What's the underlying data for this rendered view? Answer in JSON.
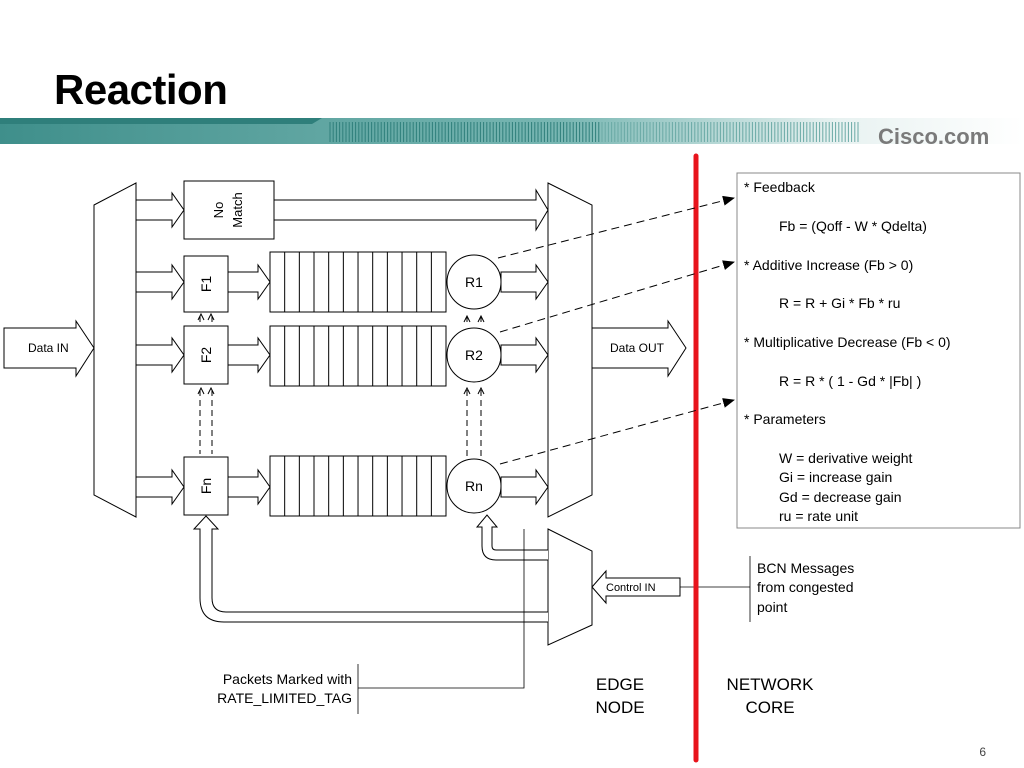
{
  "slide": {
    "title": "Reaction",
    "brand": "Cisco.com",
    "page_number": "6"
  },
  "diagram": {
    "data_in": "Data IN",
    "data_out": "Data OUT",
    "control_in": "Control IN",
    "no_match": [
      "No",
      "Match"
    ],
    "flows": [
      "F1",
      "F2",
      "Fn"
    ],
    "rate_limiters": [
      "R1",
      "R2",
      "Rn"
    ],
    "packets_marked": [
      "Packets Marked with",
      "RATE_LIMITED_TAG"
    ],
    "bcn_messages": [
      "BCN Messages",
      "from congested",
      "point"
    ],
    "edge_node": [
      "EDGE",
      "NODE"
    ],
    "network_core": [
      "NETWORK",
      "CORE"
    ]
  },
  "formulas": {
    "feedback_header": "* Feedback",
    "feedback_eq": "Fb = (Qoff - W * Qdelta)",
    "additive_header": "* Additive Increase (Fb > 0)",
    "additive_eq": "R = R + Gi * Fb * ru",
    "multiplicative_header": "* Multiplicative Decrease (Fb < 0)",
    "multiplicative_eq": "R = R * ( 1 - Gd * |Fb| )",
    "parameters_header": "* Parameters",
    "param_w": "W = derivative weight",
    "param_gi": "Gi = increase gain",
    "param_gd": "Gd = decrease gain",
    "param_ru": "ru = rate unit"
  },
  "colors": {
    "banner_teal": "#4a9a96",
    "divider_red": "#e8141c",
    "brand_gray": "#7a7a7a"
  }
}
